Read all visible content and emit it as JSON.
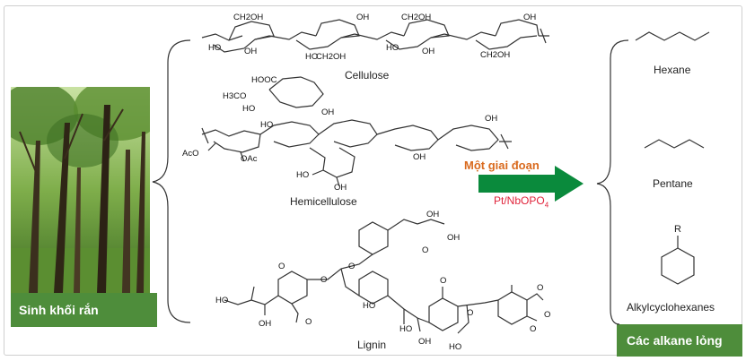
{
  "solid": {
    "label": "Sinh khối rắn"
  },
  "liquid": {
    "label": "Các alkane lỏng"
  },
  "reaction": {
    "step": "Một giai đoạn",
    "catalyst_main": "Pt/NbOPO",
    "catalyst_sub": "4"
  },
  "feedstocks": [
    {
      "name": "Cellulose"
    },
    {
      "name": "Hemicellulose"
    },
    {
      "name": "Lignin"
    }
  ],
  "products": [
    {
      "name": "Hexane"
    },
    {
      "name": "Pentane"
    },
    {
      "name": "Alkylcyclohexanes",
      "substituent": "R"
    }
  ],
  "colors": {
    "accent_green": "#4e8d3b",
    "arrow_green": "#0a8a3c",
    "step_orange": "#d96a1e",
    "catalyst_red": "#e0243b"
  }
}
